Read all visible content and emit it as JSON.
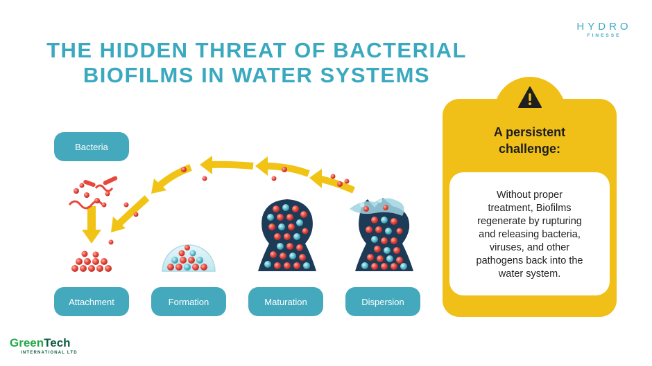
{
  "title": {
    "line1": "THE HIDDEN THREAT OF BACTERIAL",
    "line2": "BIOFILMS IN WATER SYSTEMS"
  },
  "brand": {
    "hydro_word": "HYDRO",
    "hydro_sub": "FINESSE",
    "greentech_green": "Green",
    "greentech_tech": "Tech",
    "greentech_sub": "INTERNATIONAL LTD"
  },
  "stages": {
    "bacteria": "Bacteria",
    "attachment": "Attachment",
    "formation": "Formation",
    "maturation": "Maturation",
    "dispersion": "Dispersion"
  },
  "callout": {
    "icon": "warning-icon",
    "heading_line1": "A persistent",
    "heading_line2": "challenge:",
    "body_lines": [
      "Without proper",
      "treatment, Biofilms",
      "regenerate by rupturing",
      "and releasing bacteria,",
      "viruses, and other",
      "pathogens back into the",
      "water system."
    ]
  },
  "colors": {
    "title": "#3aa9bf",
    "pill": "#45a9bd",
    "callout": "#f0bf18",
    "arrow": "#f1c315",
    "bacteria_red": "#e8473b",
    "bacteria_teal": "#5bbccc",
    "biofilm_navy": "#1d3b57"
  }
}
